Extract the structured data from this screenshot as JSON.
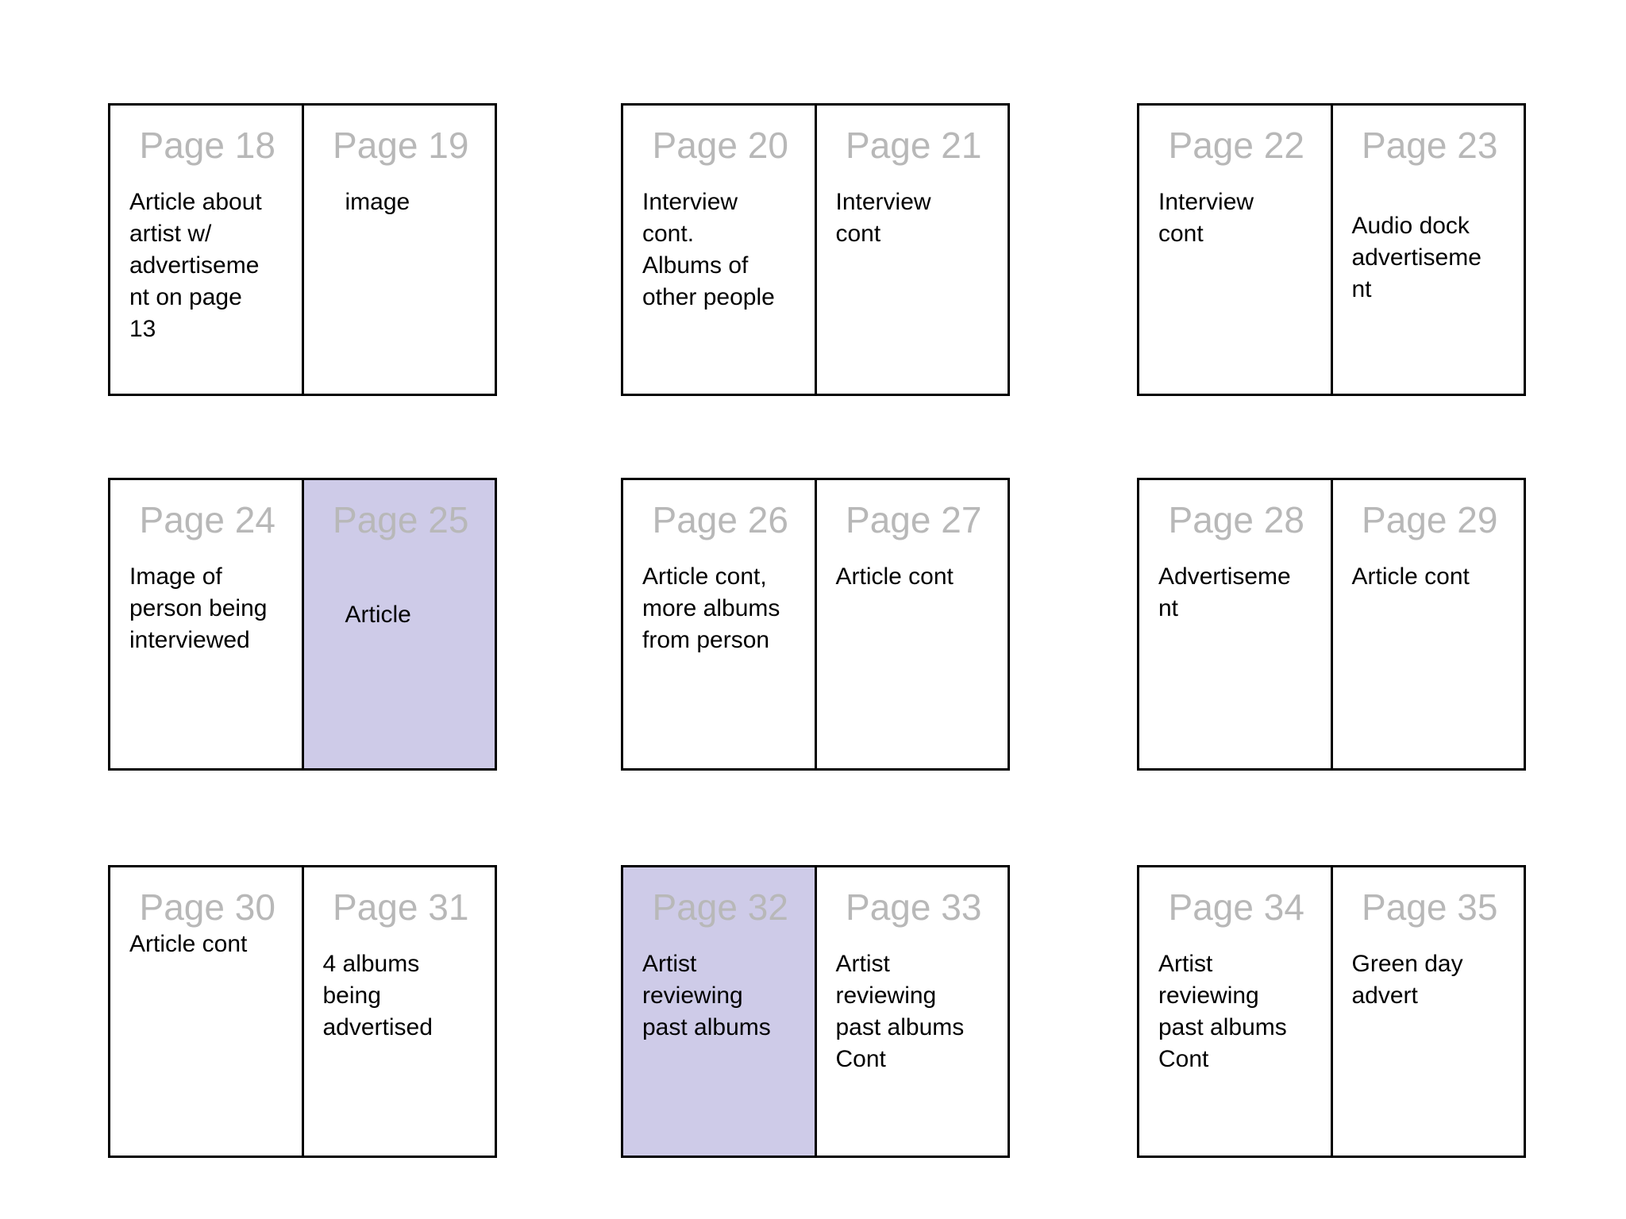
{
  "colors": {
    "background": "#ffffff",
    "border": "#000000",
    "page_number": "#b8b8b8",
    "body_text": "#000000",
    "highlight": "#cecbe8"
  },
  "spreads": [
    {
      "pages": [
        {
          "number": "Page 18",
          "description": "Article about artist w/ advertisement on page 13",
          "highlighted": false
        },
        {
          "number": "Page 19",
          "description": "image",
          "highlighted": false
        }
      ]
    },
    {
      "pages": [
        {
          "number": "Page 20",
          "description": "Interview cont.\nAlbums of other people",
          "highlighted": false
        },
        {
          "number": "Page 21",
          "description": "Interview cont",
          "highlighted": false
        }
      ]
    },
    {
      "pages": [
        {
          "number": "Page 22",
          "description": "Interview cont",
          "highlighted": false
        },
        {
          "number": "Page 23",
          "description": "Audio dock advertisement",
          "highlighted": false
        }
      ]
    },
    {
      "pages": [
        {
          "number": "Page 24",
          "description": "Image of person being interviewed",
          "highlighted": false
        },
        {
          "number": "Page 25",
          "description": "Article",
          "highlighted": true
        }
      ]
    },
    {
      "pages": [
        {
          "number": "Page 26",
          "description": "Article cont, more albums from person",
          "highlighted": false
        },
        {
          "number": "Page 27",
          "description": "Article cont",
          "highlighted": false
        }
      ]
    },
    {
      "pages": [
        {
          "number": "Page 28",
          "description": "Advertisement",
          "highlighted": false
        },
        {
          "number": "Page 29",
          "description": "Article cont",
          "highlighted": false
        }
      ]
    },
    {
      "pages": [
        {
          "number": "Page 30",
          "description": "Article cont",
          "highlighted": false
        },
        {
          "number": "Page 31",
          "description": "4 albums being advertised",
          "highlighted": false
        }
      ]
    },
    {
      "pages": [
        {
          "number": "Page 32",
          "description": "Artist reviewing past albums",
          "highlighted": true
        },
        {
          "number": "Page 33",
          "description": "Artist reviewing past albums Cont",
          "highlighted": false
        }
      ]
    },
    {
      "pages": [
        {
          "number": "Page 34",
          "description": "Artist reviewing past albums Cont",
          "highlighted": false
        },
        {
          "number": "Page 35",
          "description": "Green day advert",
          "highlighted": false
        }
      ]
    }
  ]
}
